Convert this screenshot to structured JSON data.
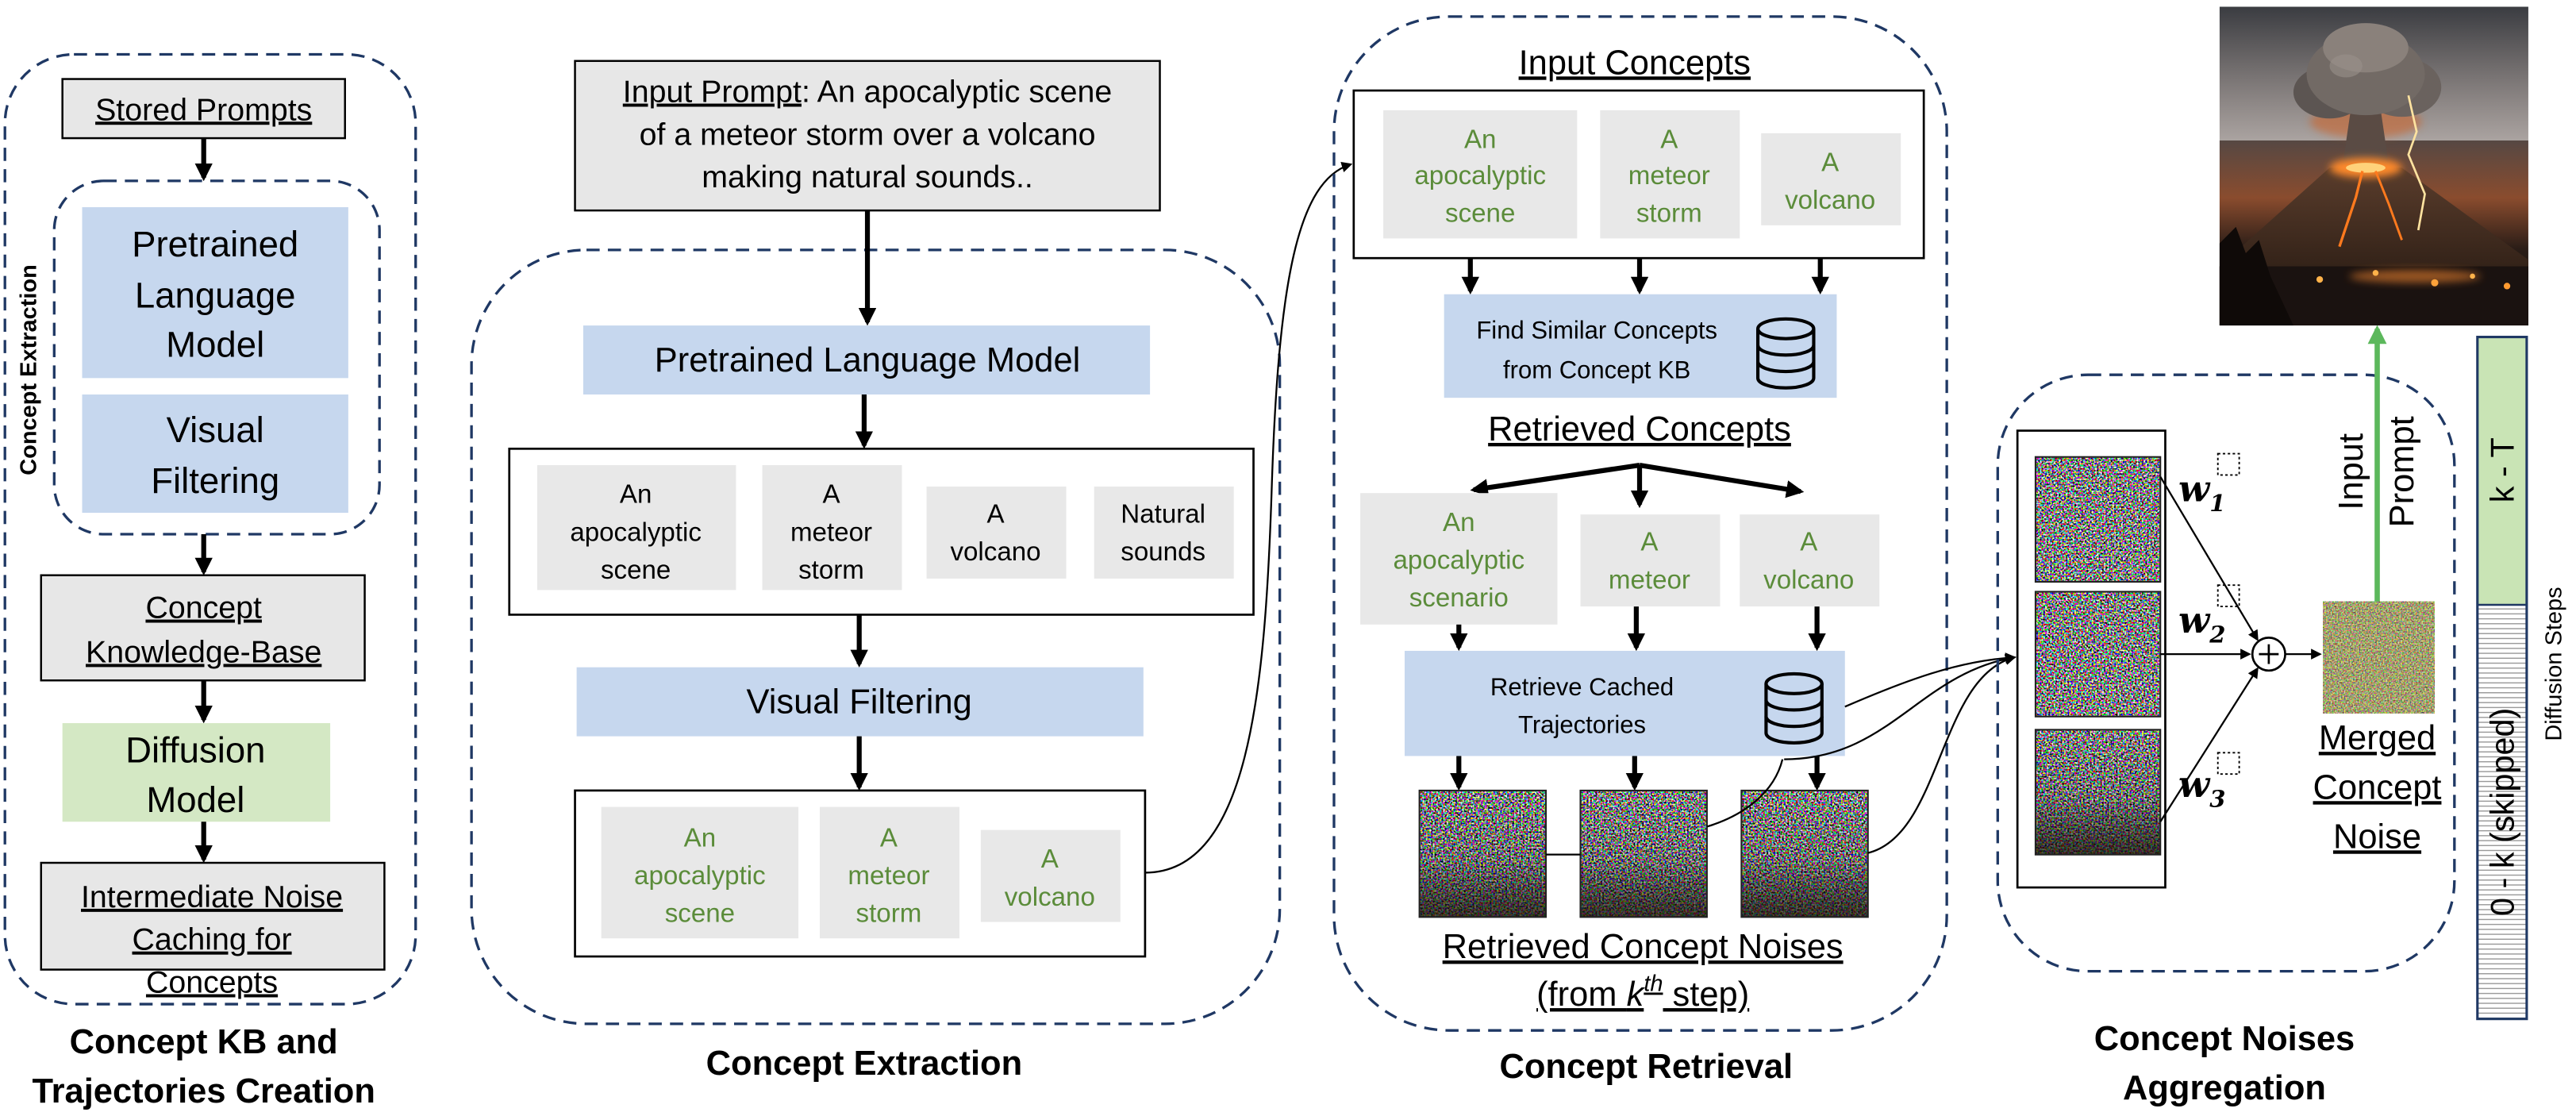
{
  "colors": {
    "box_gray": "#e7e7e7",
    "box_blue": "#c6d7ee",
    "box_green": "#d4e8c4",
    "concept_text_green": "#5b8c3a",
    "prompt_arrow_green": "#5cb85c",
    "dashed_border_navy": "#1f3864"
  },
  "icons": [
    "database-icon",
    "plus-circle-icon",
    "arrow-icon"
  ],
  "kb_creation": {
    "stored_prompts": "Stored Prompts",
    "concept_extraction_label": "Concept Extraction",
    "plm": [
      "Pretrained",
      "Language",
      "Model"
    ],
    "visual_filtering": [
      "Visual",
      "Filtering"
    ],
    "concept_kb": [
      "Concept",
      "Knowledge-Base"
    ],
    "diffusion_model": [
      "Diffusion",
      "Model"
    ],
    "noise_caching": [
      "Intermediate Noise",
      "Caching for",
      "Concepts"
    ],
    "caption": [
      "Concept KB and",
      "Trajectories Creation"
    ]
  },
  "concept_extraction": {
    "input_prompt_label": "Input Prompt",
    "input_prompt_lines": [
      ": An apocalyptic scene",
      "of a meteor storm over a volcano",
      "making natural sounds.."
    ],
    "plm": "Pretrained Language Model",
    "extracted_concepts": [
      [
        "An",
        "apocalyptic",
        "scene"
      ],
      [
        "A",
        "meteor",
        "storm"
      ],
      [
        "A",
        "volcano"
      ],
      [
        "Natural",
        "sounds"
      ]
    ],
    "visual_filtering": "Visual Filtering",
    "filtered_concepts": [
      [
        "An",
        "apocalyptic",
        "scene"
      ],
      [
        "A",
        "meteor",
        "storm"
      ],
      [
        "A",
        "volcano"
      ]
    ],
    "caption": "Concept Extraction"
  },
  "concept_retrieval": {
    "input_concepts_title": "Input Concepts",
    "input_concepts": [
      [
        "An",
        "apocalyptic",
        "scene"
      ],
      [
        "A",
        "meteor",
        "storm"
      ],
      [
        "A",
        "volcano"
      ]
    ],
    "find_similar": [
      "Find Similar Concepts",
      "from Concept KB"
    ],
    "retrieved_concepts_title": "Retrieved Concepts",
    "retrieved_concepts": [
      [
        "An",
        "apocalyptic",
        "scenario"
      ],
      [
        "A",
        "meteor"
      ],
      [
        "A",
        "volcano"
      ]
    ],
    "retrieve_cached": [
      "Retrieve Cached",
      "Trajectories"
    ],
    "noises_title": "Retrieved Concept Noises",
    "noises_step": {
      "prefix": "(from ",
      "k": "k",
      "sup": "th",
      "suffix": " step)"
    },
    "caption": "Concept Retrieval"
  },
  "aggregation": {
    "weight_symbol": "w",
    "weight_indices": [
      "1",
      "2",
      "3"
    ],
    "merged_label": [
      "Merged",
      "Concept",
      "Noise"
    ],
    "input_prompt": [
      "Input",
      "Prompt"
    ],
    "caption": [
      "Concept Noises",
      "Aggregation"
    ]
  },
  "diffusion_steps": {
    "upper": "k - T",
    "lower": "0 - k (skipped)",
    "label": "Diffusion Steps"
  }
}
